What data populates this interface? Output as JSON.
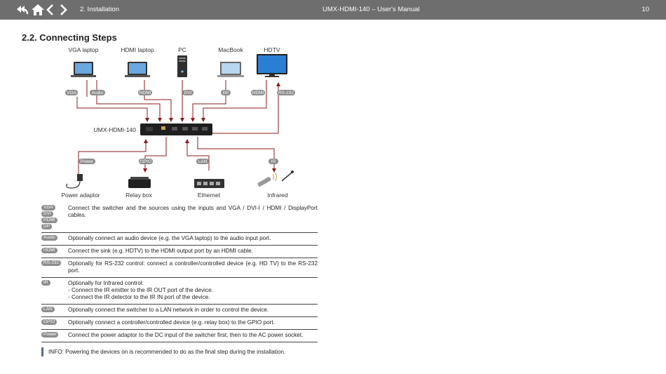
{
  "header": {
    "breadcrumb": "2. Installation",
    "doc_title": "UMX-HDMI-140 – User's Manual",
    "page_number": "10"
  },
  "section_title": "2.2.  Connecting Steps",
  "diagram": {
    "sources": [
      "VGA laptop",
      "HDMI laptop",
      "PC",
      "MacBook",
      "HDTV"
    ],
    "source_ports": [
      "VGA",
      "Audio",
      "HDMI",
      "DVI",
      "DP",
      "HDMI",
      "RS-232"
    ],
    "device": "UMX-HDMI-140",
    "peripherals": [
      "Power adaptor",
      "Relay box",
      "Ethernet",
      "Infrared"
    ],
    "peripheral_ports": [
      "Power",
      "GPIO",
      "LAN",
      "IR"
    ],
    "colors": {
      "line": "#8b1a1a",
      "tag": "#8d8d8d",
      "header": "#6e6e6e"
    }
  },
  "steps": [
    {
      "tags": [
        "VGA",
        "DVI",
        "HDMI",
        "DP"
      ],
      "text": "Connect the switcher and the sources using the inputs and VGA / DVI-I / HDMI / DisplayPort cables."
    },
    {
      "tags": [
        "Audio"
      ],
      "text": "Optionally connect an audio device (e.g. the VGA laptop) to the audio input port."
    },
    {
      "tags": [
        "HDMI"
      ],
      "text": "Connect the sink (e.g. HDTV) to the HDMI output port by an HDMI cable."
    },
    {
      "tags": [
        "RS-232"
      ],
      "text": "Optionally for RS-232 control: connect a controller/controlled device (e.g. HD TV) to the RS-232 port."
    },
    {
      "tags": [
        "IR"
      ],
      "text": "Optionally for Infrared control:\n - Connect the IR emitter to the IR OUT port of the device.\n - Connect the IR detector to the IR IN port of the device."
    },
    {
      "tags": [
        "LAN"
      ],
      "text": "Optionally connect the switcher to a LAN network in order to control the device."
    },
    {
      "tags": [
        "GPIO"
      ],
      "text": "Optionally connect a controller/controlled device (e.g. relay box) to the GPIO port."
    },
    {
      "tags": [
        "Power"
      ],
      "text": "Connect the power adaptor to the DC input of the switcher first, then to the AC power socket."
    }
  ],
  "info": "INFO: Powering the devices on is recommended to do as the final step during the installation."
}
